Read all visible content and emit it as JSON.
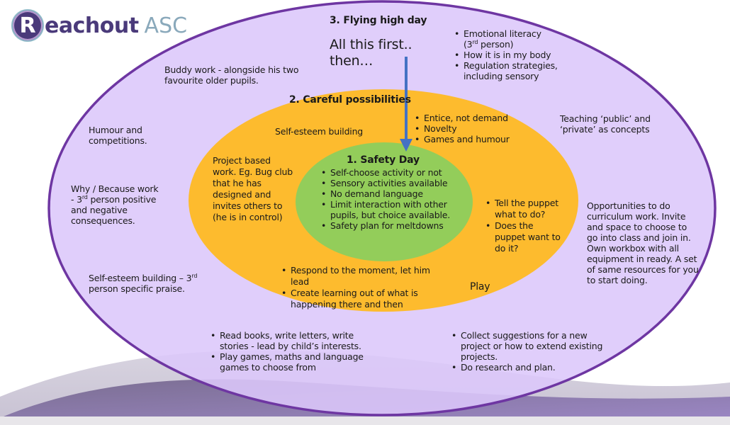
{
  "logo": {
    "letter": "R",
    "main": "eachout",
    "suffix": "ASC"
  },
  "colors": {
    "outer": "#dcc7fb",
    "outer_stroke": "#6e36a2",
    "middle": "#fdbb2e",
    "inner": "#93cd5a",
    "arrow": "#4472c4"
  },
  "outer": {
    "title": "3. Flying high day",
    "intro": [
      "All this first..",
      "then…"
    ],
    "emotional_list": [
      "Emotional literacy (3rd person)",
      "How it is in my body",
      "Regulation strategies, including sensory"
    ],
    "buddy": "Buddy work - alongside his two favourite older pupils.",
    "humour": "Humour and competitions.",
    "why_because": "Why / Because work - 3rd person positive and negative consequences.",
    "self_esteem": "Self-esteem building – 3rd person specific praise.",
    "public_private": "Teaching ‘public’ and ‘private’ as concepts",
    "curriculum": "Opportunities to do curriculum work.  Invite and space to choose to go into class and join in. Own workbox with all equipment in ready. A set of same resources for you to start doing.",
    "reading_list": [
      "Read books, write letters, write stories -  lead by child’s interests.",
      "Play games, maths and language games to choose from"
    ],
    "project_list": [
      "Collect suggestions for a new project or how to extend existing projects.",
      "Do research and plan."
    ]
  },
  "middle": {
    "title": "2. Careful possibilities",
    "self_esteem": "Self-esteem building",
    "entice_list": [
      "Entice, not demand",
      "Novelty",
      "Games and humour"
    ],
    "project": "Project based work. Eg. Bug club that he has designed and invites others to (he is in control)",
    "puppet_list": [
      "Tell the puppet what to do?",
      "Does the puppet want to do it?"
    ],
    "respond_list": [
      "Respond to the moment, let him lead",
      "Create learning out of what is happening there and then"
    ],
    "play": "Play"
  },
  "inner": {
    "title": "1. Safety Day",
    "items": [
      "Self-choose activity or not",
      "Sensory activities available",
      "No demand language",
      "Limit interaction with other pupils, but choice available.",
      "Safety plan for meltdowns"
    ]
  }
}
